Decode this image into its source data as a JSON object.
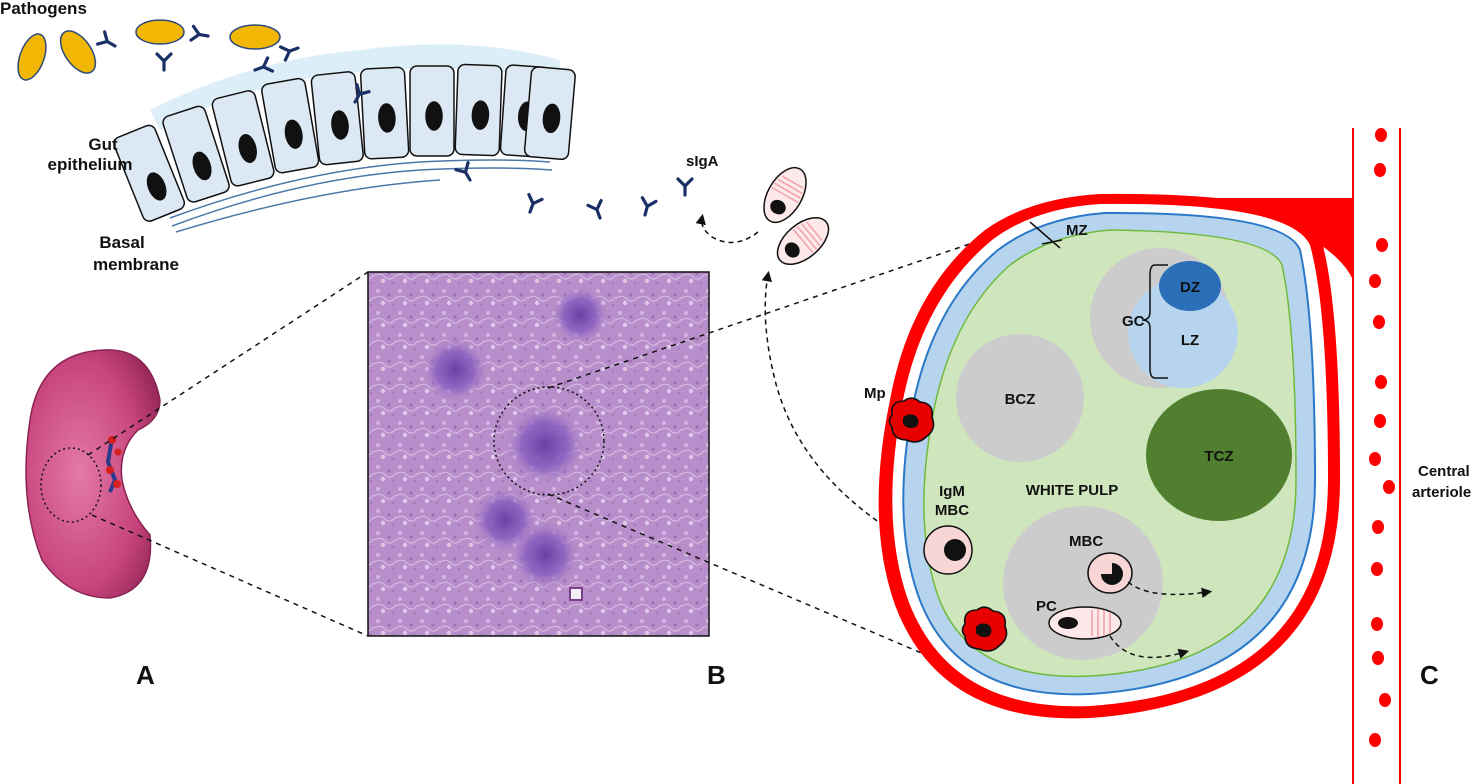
{
  "panels": {
    "a": "A",
    "b": "B",
    "c": "C"
  },
  "gut": {
    "pathogens": "Pathogens",
    "epithelium_line1": "Gut",
    "epithelium_line2": "epithelium",
    "basal_line1": "Basal",
    "basal_line2": "membrane",
    "siga": "sIgA"
  },
  "follicle": {
    "mz": "MZ",
    "gc": "GC",
    "dz": "DZ",
    "lz": "LZ",
    "bcz": "BCZ",
    "tcz": "TCZ",
    "white_pulp": "WHITE PULP",
    "mp": "Mp",
    "igm_line1": "IgM",
    "igm_line2": "MBC",
    "mbc": "MBC",
    "pc": "PC"
  },
  "arteriole": {
    "line1": "Central",
    "line2": "arteriole"
  },
  "colors": {
    "pathogen": "#f2b705",
    "antibody": "#1a2f66",
    "epithelium_cell": "#dce9f5",
    "spleen": "#c8457d",
    "histology": "#b48ac9",
    "red_pulp": "#ff0000",
    "marginal_zone": "#b7d4ee",
    "white_pulp": "#cfe6bd",
    "bcz": "#cccccc",
    "tcz": "#4f7f2f",
    "dz": "#2a6fb8",
    "lz": "#b7d4ee",
    "mbc_cell": "#f9d6d6"
  }
}
